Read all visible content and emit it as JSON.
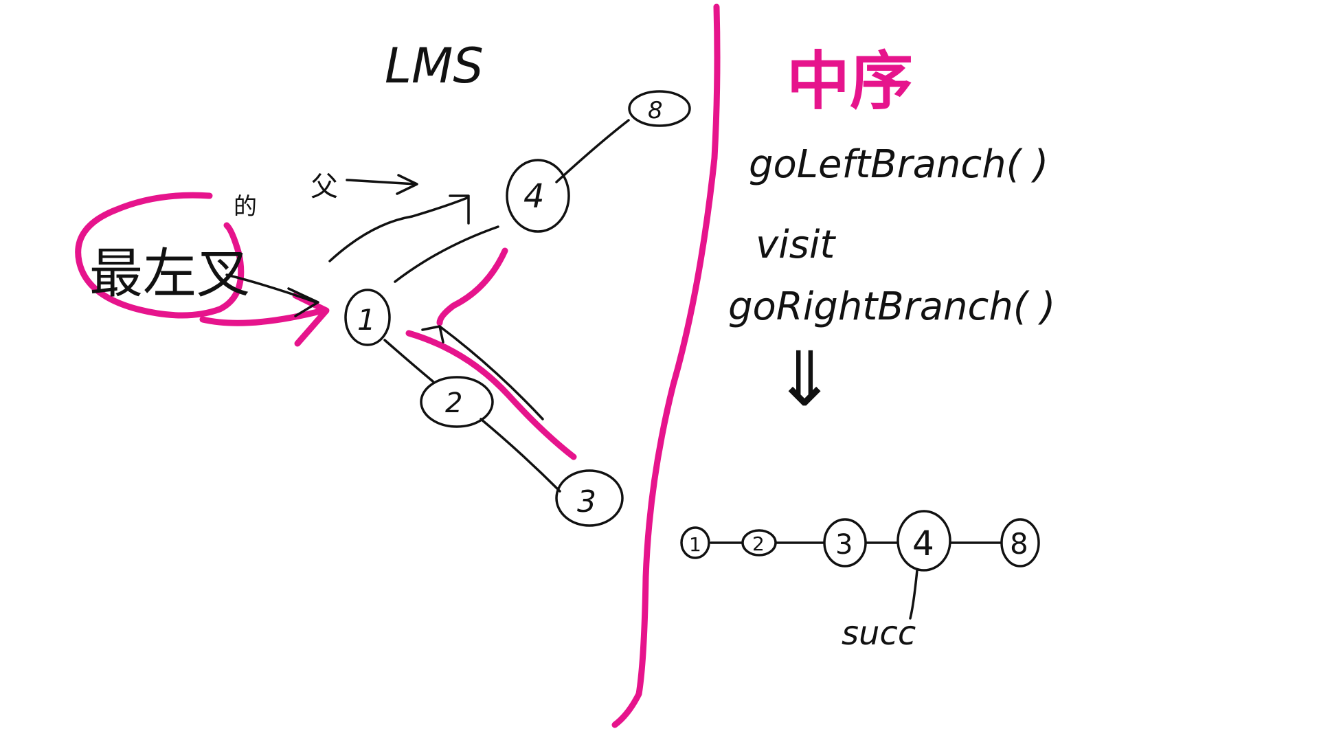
{
  "colors": {
    "ink": "#111111",
    "highlight": "#e6148c",
    "background": "#ffffff"
  },
  "left_panel": {
    "title": "LMS",
    "annotation_cn": "最左叉",
    "annotation_small": "的",
    "annotation_arrow": "父",
    "tree_nodes": [
      "8",
      "4",
      "1",
      "2",
      "3"
    ]
  },
  "right_panel": {
    "title": "中序",
    "code_lines": [
      "goLeftBranch( )",
      "visit",
      "goRightBranch( )"
    ],
    "result_arrow": "⇓",
    "sequence": [
      "1",
      "2",
      "3",
      "4",
      "8"
    ],
    "succ_label": "succ"
  }
}
